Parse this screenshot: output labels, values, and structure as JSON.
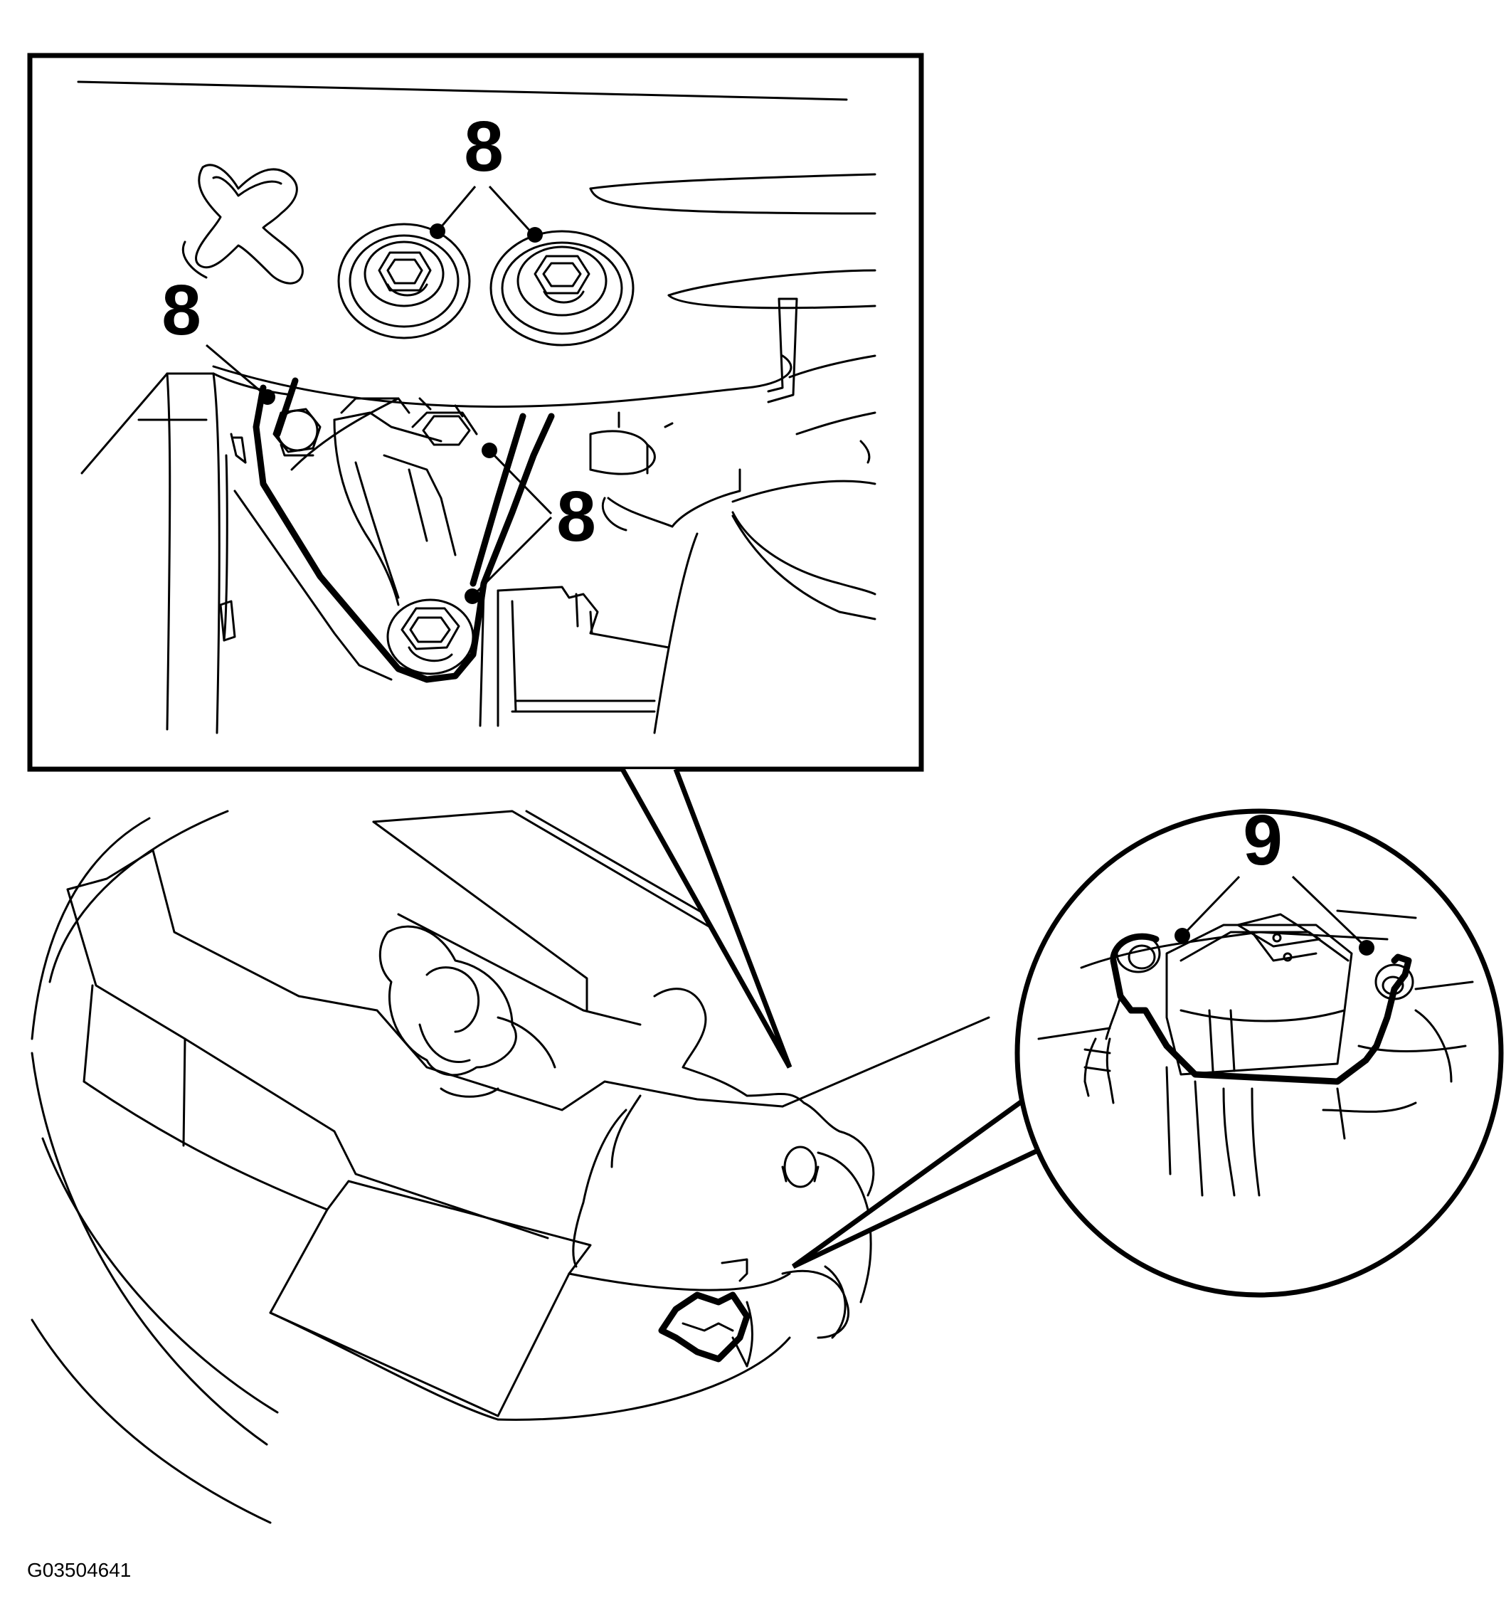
{
  "callouts": {
    "inset_top": "8",
    "inset_left": "8",
    "inset_right": "8",
    "circle_top": "9"
  },
  "figure_id": "G03504641"
}
